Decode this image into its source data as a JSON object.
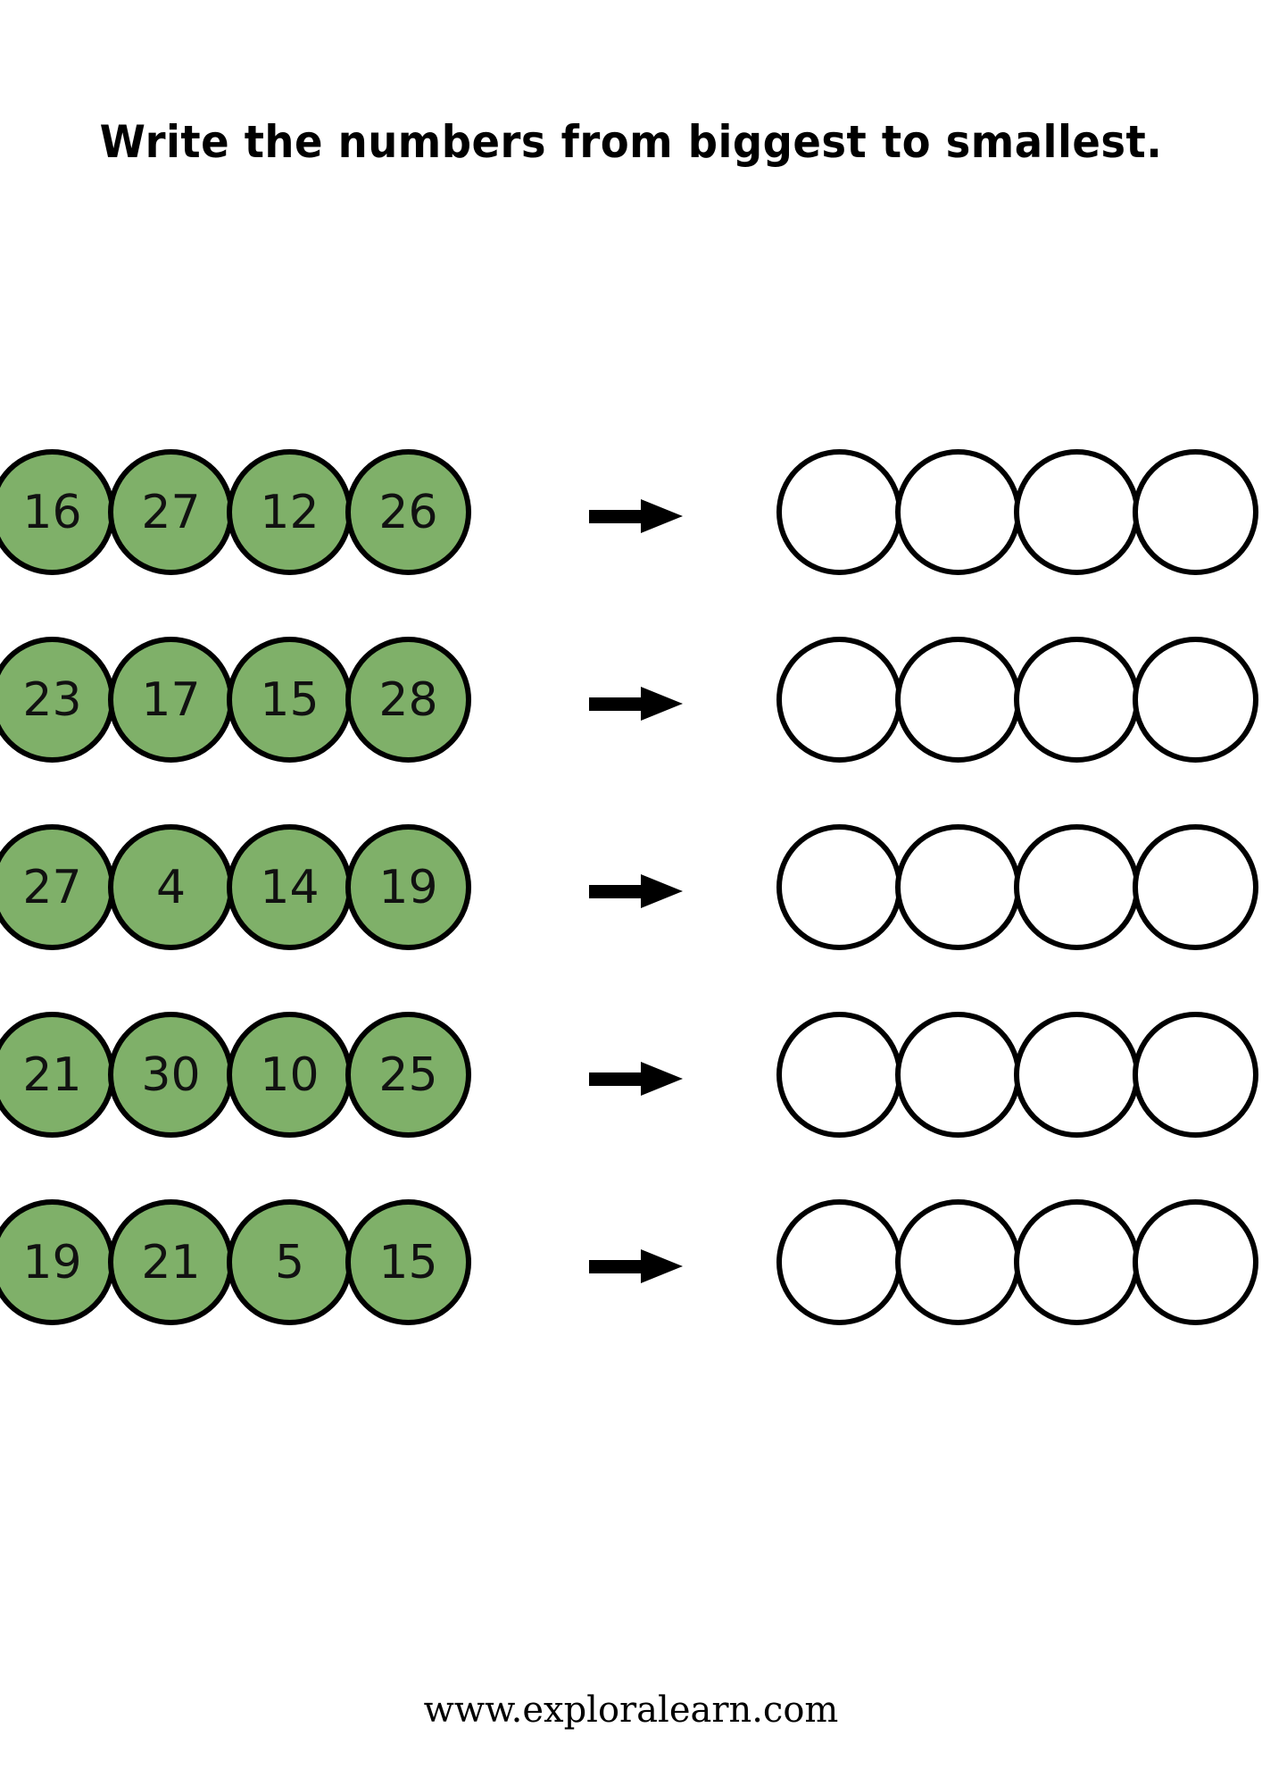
{
  "worksheet": {
    "title": "Write the numbers from biggest to smallest.",
    "footer": "www.exploralearn.com",
    "colors": {
      "circle_fill": "#7FB069",
      "circle_stroke": "#000000",
      "answer_fill": "#ffffff",
      "arrow": "#000000",
      "background": "#ffffff",
      "text": "#111111"
    },
    "arrow_icon": "arrow-right-icon",
    "answer_slots_per_row": 4,
    "rows": [
      {
        "index": 1,
        "numbers": [
          "16",
          "27",
          "12",
          "26"
        ],
        "answers": [
          "",
          "",
          "",
          ""
        ]
      },
      {
        "index": 2,
        "numbers": [
          "23",
          "17",
          "15",
          "28"
        ],
        "answers": [
          "",
          "",
          "",
          ""
        ]
      },
      {
        "index": 3,
        "numbers": [
          "27",
          "4",
          "14",
          "19"
        ],
        "answers": [
          "",
          "",
          "",
          ""
        ]
      },
      {
        "index": 4,
        "numbers": [
          "21",
          "30",
          "10",
          "25"
        ],
        "answers": [
          "",
          "",
          "",
          ""
        ]
      },
      {
        "index": 5,
        "numbers": [
          "19",
          "21",
          "5",
          "15"
        ],
        "answers": [
          "",
          "",
          "",
          ""
        ]
      }
    ]
  }
}
